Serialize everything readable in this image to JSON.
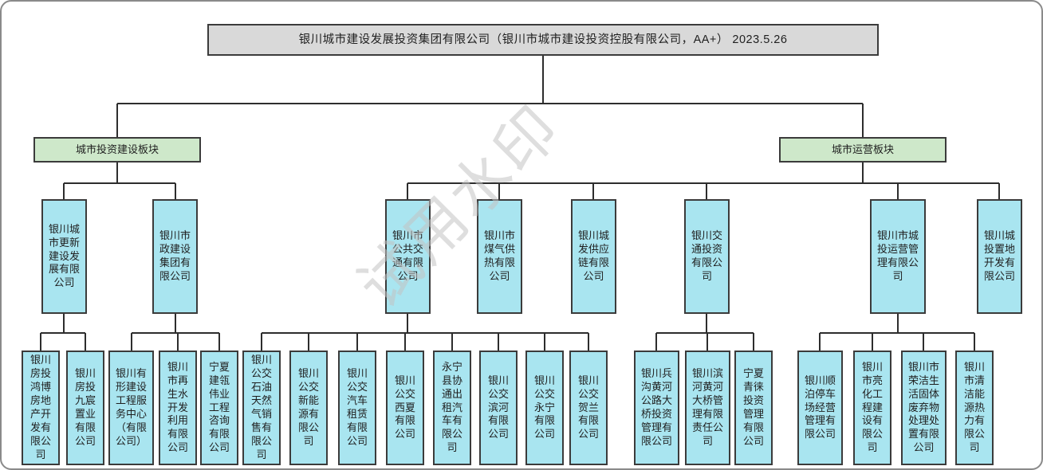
{
  "title": "银川城市建设发展投资集团有限公司（银川市城市建设投资控股有限公司，AA+） 2023.5.26",
  "watermark": "试用水印",
  "colors": {
    "root_fill": "#d9d9d9",
    "branch_fill": "#cee8ca",
    "company_fill": "#a9e5f0",
    "border": "#3b3b3b",
    "connector_line": "#2d2d2d",
    "watermark_gray": "#c3c3c3"
  },
  "branches": [
    {
      "label": "城市投资建设板块",
      "children": [
        {
          "name": "银川城市更新建设发展有限公司",
          "children": [
            "银川房投鸿博房地产开发有限公司",
            "银川房投九宸置业有限公司"
          ]
        },
        {
          "name": "银川市政建设集团有限公司",
          "children": [
            "银川有形建设工程服务中心（有限公司）",
            "银川市再生水开发利用有限公司",
            "宁夏建瓴伟业工程咨询有限公司"
          ]
        }
      ]
    },
    {
      "label": "城市运营板块",
      "children": [
        {
          "name": "银川市公共交通有限公司",
          "children": [
            "银川公交石油天然气销售有限公司",
            "银川公交新能源有限公司",
            "银川公交汽车租赁有限公司",
            "银川公交西夏有限公司",
            "永宁县协通出租汽车有限公司",
            "银川公交滨河有限公司",
            "银川公交永宁有限公司",
            "银川公交贺兰有限公司"
          ]
        },
        {
          "name": "银川市煤气供热有限公司",
          "children": []
        },
        {
          "name": "银川城发供应链有限公司",
          "children": []
        },
        {
          "name": "银川交通投资有限公司",
          "children": [
            "银川兵沟黄河公路大桥投资管理有限公司",
            "银川滨河黄河大桥管理有限责任公司",
            "宁夏青徕投资管理有限公司"
          ]
        },
        {
          "name": "银川市城投运营管理有限公司",
          "children": [
            "银川顺泊停车场经营管理有限公司",
            "银川市亮化工程建设有限公司",
            "银川市荣洁生活固体废弃物处理处置有限公司",
            "银川市清洁能源热力有限公司"
          ]
        },
        {
          "name": "银川城投置地开发有限公司",
          "children": []
        }
      ]
    }
  ]
}
